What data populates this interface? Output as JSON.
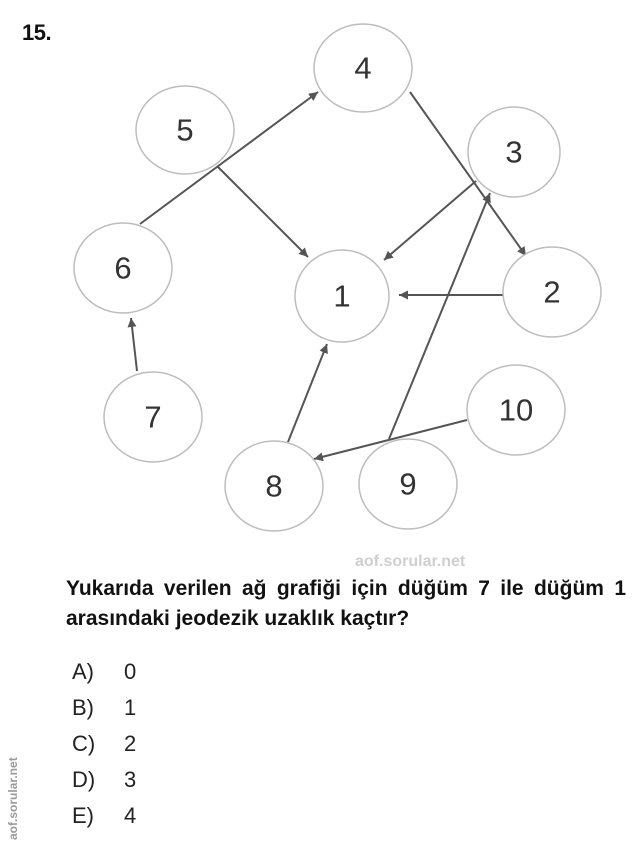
{
  "question_number": "15.",
  "watermark": "aof.sorular.net",
  "side_watermark": "aof.sorular.net",
  "question_text": "Yukarıda verilen ağ grafiği için düğüm 7 ile düğüm 1 arasındaki jeodezik uzaklık kaçtır?",
  "options": [
    {
      "letter": "A)",
      "value": "0"
    },
    {
      "letter": "B)",
      "value": "1"
    },
    {
      "letter": "C)",
      "value": "2"
    },
    {
      "letter": "D)",
      "value": "3"
    },
    {
      "letter": "E)",
      "value": "4"
    }
  ],
  "graph": {
    "nodes": [
      {
        "id": "1",
        "label": "1"
      },
      {
        "id": "2",
        "label": "2"
      },
      {
        "id": "3",
        "label": "3"
      },
      {
        "id": "4",
        "label": "4"
      },
      {
        "id": "5",
        "label": "5"
      },
      {
        "id": "6",
        "label": "6"
      },
      {
        "id": "7",
        "label": "7"
      },
      {
        "id": "8",
        "label": "8"
      },
      {
        "id": "9",
        "label": "9"
      },
      {
        "id": "10",
        "label": "10"
      }
    ],
    "edges": [
      {
        "from": "6",
        "to": "4",
        "directed": true
      },
      {
        "from": "5",
        "to": "1",
        "directed": true
      },
      {
        "from": "4",
        "to": "2",
        "directed": true
      },
      {
        "from": "3",
        "to": "1",
        "directed": true
      },
      {
        "from": "2",
        "to": "1",
        "directed": true
      },
      {
        "from": "7",
        "to": "6",
        "directed": true
      },
      {
        "from": "8",
        "to": "1",
        "directed": true
      },
      {
        "from": "9",
        "to": "3",
        "directed": true
      },
      {
        "from": "10",
        "to": "8",
        "directed": true
      }
    ]
  }
}
